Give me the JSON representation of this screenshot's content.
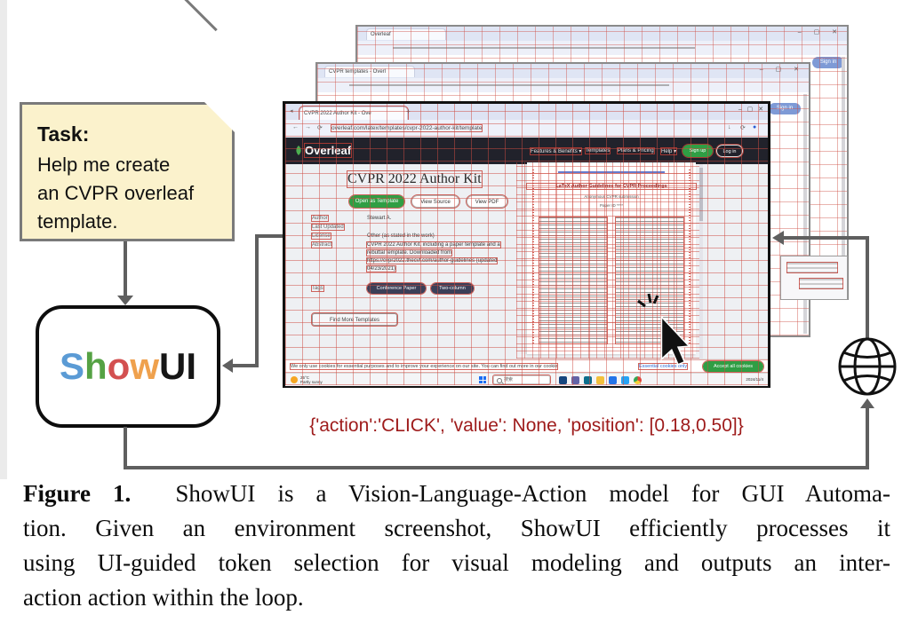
{
  "task_note": {
    "title": "Task:",
    "lines": [
      "Help me create",
      "an CVPR overleaf",
      "template."
    ]
  },
  "showui": {
    "letters": [
      {
        "ch": "S",
        "color": "#5B9BD5"
      },
      {
        "ch": "h",
        "color": "#55A244"
      },
      {
        "ch": "o",
        "color": "#D35050"
      },
      {
        "ch": "w",
        "color": "#EFA14D"
      },
      {
        "ch": "U",
        "color": "#161616"
      },
      {
        "ch": "I",
        "color": "#161616"
      }
    ]
  },
  "action_output": {
    "text": "{'action':'CLICK', 'value': None, 'position': [0.18,0.50]}",
    "color": "#9E1B1B"
  },
  "caption": {
    "label": "Figure 1.",
    "lines": [
      "ShowUI is a Vision-Language-Action model for GUI Automa-",
      "tion.  Given an environment screenshot, ShowUI efficiently processes it",
      "using UI-guided token selection for visual modeling and outputs an inter-",
      "action action within the loop."
    ]
  },
  "main_window": {
    "tab_title": "CVPR 2022 Author Kit - Ove",
    "new_tab": "+",
    "window_controls": {
      "minimize": "–",
      "maximize": "▢",
      "close": "✕"
    },
    "url": "overleaf.com/latex/templates/cvpr-2022-author-kit/template",
    "addr_icons": {
      "back": "←",
      "forward": "→",
      "reload": "⟳",
      "download": "↓",
      "profile": "●"
    },
    "navbar": {
      "brand": "Overleaf",
      "links": [
        "Features & Benefits ▾",
        "Templates",
        "Plans & Pricing",
        "Help ▾"
      ],
      "sign_up": "Sign up",
      "log_in": "Log in"
    },
    "content": {
      "title": "CVPR 2022 Author Kit",
      "open_button": "Open as Template",
      "source_button": "View Source",
      "pdf_button": "View PDF",
      "meta_labels": [
        "Author",
        "Last Updated",
        "License",
        "Abstract"
      ],
      "meta_values": [
        "Stewart A.",
        "",
        "Other (as stated in the work)"
      ],
      "abstract_lines": [
        "CVPR 2022 Author Kit, including a paper template and a",
        "rebuttal template. Downloaded from",
        "https://cvpr2022.thecvf.com/author-guidelines (updated",
        "04/23/2021)"
      ],
      "tags_label": "Tags",
      "tags": [
        "Conference Paper",
        "Two-column"
      ],
      "find_more": "Find More Templates"
    },
    "pdf_preview": {
      "title": "LaTeX Author Guidelines for CVPR Proceedings",
      "subtitle": "Anonymous CVPR submission",
      "paper_id": "Paper ID ****"
    },
    "cookie_bar": {
      "text": "We only use cookies for essential purposes and to improve your experience on our site. You can find out more in our cookie",
      "link": "Essential cookies only",
      "accept_button": "Accept all cookies"
    },
    "taskbar": {
      "weather_temp": "25°C",
      "weather_desc": "Partly sunny",
      "search_placeholder": "搜索",
      "date": "2024/11/4",
      "app_icons": [
        "file-explorer",
        "teams",
        "edge",
        "folder",
        "photos",
        "vscode",
        "chrome"
      ]
    }
  },
  "background_windows": {
    "back": {
      "tab_title": "Overleaf",
      "sign_in": "Sign in",
      "window_controls": "–  ▢  ✕"
    },
    "middle": {
      "tab_title": "CVPR templates - Overl",
      "sign_in": "Sign in",
      "window_controls": "–  ▢  ✕"
    }
  },
  "colors": {
    "note_yellow": "#FBF2CC",
    "navbar_dark": "#21222B",
    "overleaf_green": "#2F9E44",
    "grid_red": "#CD4B41",
    "action_red": "#9E1B1B",
    "arrow_gray": "#5F5F5F",
    "signin_blue": "#7E9AD6"
  }
}
